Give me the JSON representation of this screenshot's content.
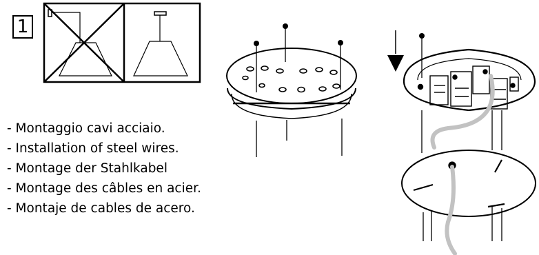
{
  "step": {
    "number": "1"
  },
  "captions": [
    "- Montaggio cavi acciaio.",
    "- Installation of steel wires.",
    "- Montage der Stahlkabel",
    "- Montage des câbles en acier.",
    "- Montaje de cables de acero."
  ],
  "icons": {
    "wrong_mount": "crossed-out-wall-mounted-lamp-icon",
    "correct_mount": "suspended-pendant-lamp-icon",
    "direction": "down-arrow-icon"
  }
}
